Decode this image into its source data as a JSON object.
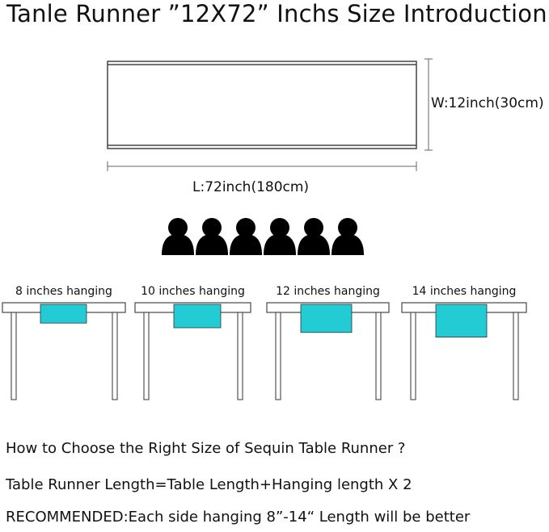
{
  "title": "Tanle Runner ”12X72” Inchs Size Introduction",
  "dimensions": {
    "width_label": "W:12inch(30cm)",
    "length_label": "L:72inch(180cm)"
  },
  "people_icons": {
    "count": 6,
    "icon": "person-icon",
    "color": "#000000"
  },
  "hanging_options": [
    {
      "label": "8 inches hanging",
      "hang_inches": 8
    },
    {
      "label": "10 inches hanging",
      "hang_inches": 10
    },
    {
      "label": "12 inches hanging",
      "hang_inches": 12
    },
    {
      "label": "14 inches hanging",
      "hang_inches": 14
    }
  ],
  "colors": {
    "runner": "#23cbd5",
    "outline": "#555555"
  },
  "notes": {
    "question": "How to Choose the Right Size of Sequin Table Runner ?",
    "formula": "Table Runner Length=Table Length+Hanging length X 2",
    "recommendation": "RECOMMENDED:Each side hanging 8”-14“ Length will be better"
  }
}
